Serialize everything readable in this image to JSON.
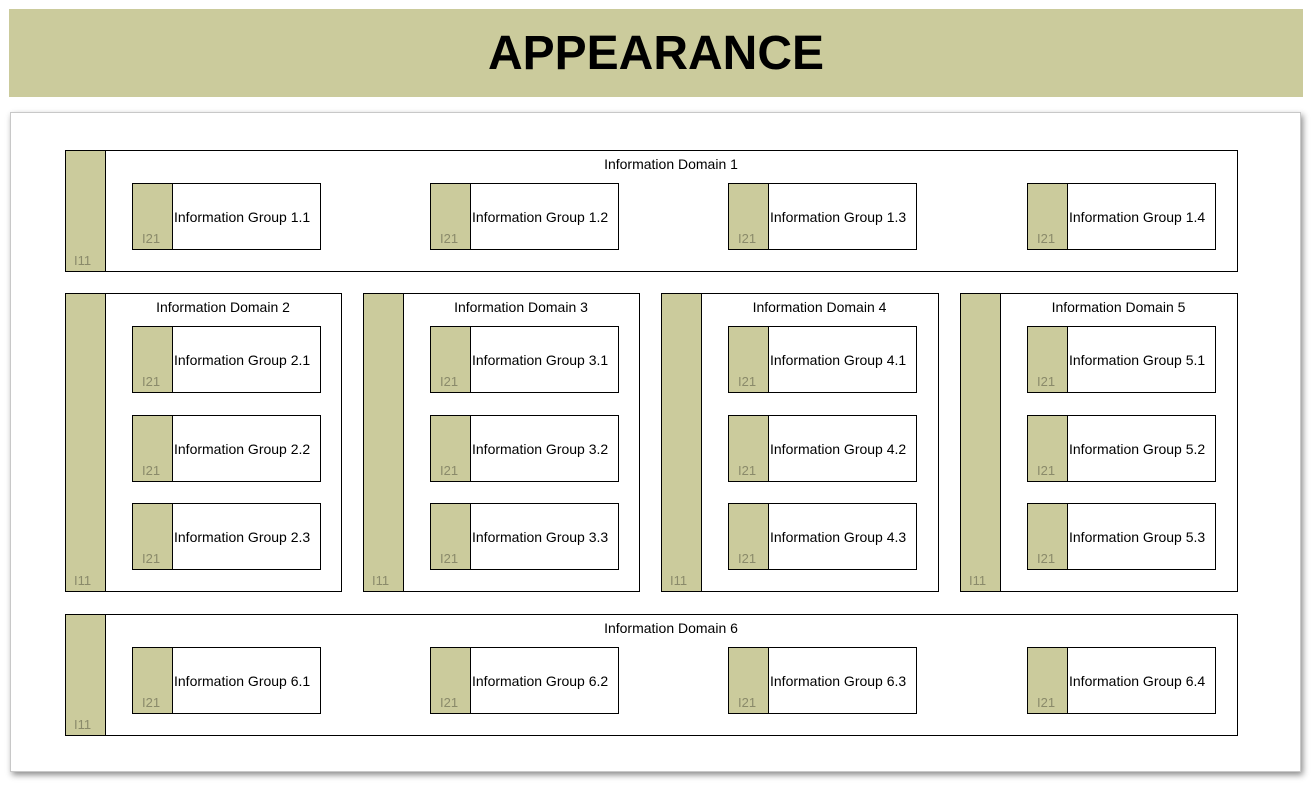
{
  "header": {
    "title": "APPEARANCE"
  },
  "domains": [
    {
      "title": "Information Domain 1",
      "code": "I11",
      "groups": [
        {
          "title": "Information Group 1.1",
          "code": "I21"
        },
        {
          "title": "Information Group 1.2",
          "code": "I21"
        },
        {
          "title": "Information Group 1.3",
          "code": "I21"
        },
        {
          "title": "Information Group 1.4",
          "code": "I21"
        }
      ]
    },
    {
      "title": "Information Domain 2",
      "code": "I11",
      "groups": [
        {
          "title": "Information Group 2.1",
          "code": "I21"
        },
        {
          "title": "Information Group 2.2",
          "code": "I21"
        },
        {
          "title": "Information Group 2.3",
          "code": "I21"
        }
      ]
    },
    {
      "title": "Information Domain 3",
      "code": "I11",
      "groups": [
        {
          "title": "Information Group 3.1",
          "code": "I21"
        },
        {
          "title": "Information Group 3.2",
          "code": "I21"
        },
        {
          "title": "Information Group 3.3",
          "code": "I21"
        }
      ]
    },
    {
      "title": "Information Domain 4",
      "code": "I11",
      "groups": [
        {
          "title": "Information Group 4.1",
          "code": "I21"
        },
        {
          "title": "Information Group 4.2",
          "code": "I21"
        },
        {
          "title": "Information Group 4.3",
          "code": "I21"
        }
      ]
    },
    {
      "title": "Information Domain 5",
      "code": "I11",
      "groups": [
        {
          "title": "Information Group 5.1",
          "code": "I21"
        },
        {
          "title": "Information Group 5.2",
          "code": "I21"
        },
        {
          "title": "Information Group 5.3",
          "code": "I21"
        }
      ]
    },
    {
      "title": "Information Domain 6",
      "code": "I11",
      "groups": [
        {
          "title": "Information Group 6.1",
          "code": "I21"
        },
        {
          "title": "Information Group 6.2",
          "code": "I21"
        },
        {
          "title": "Information Group 6.3",
          "code": "I21"
        },
        {
          "title": "Information Group 6.4",
          "code": "I21"
        }
      ]
    }
  ]
}
